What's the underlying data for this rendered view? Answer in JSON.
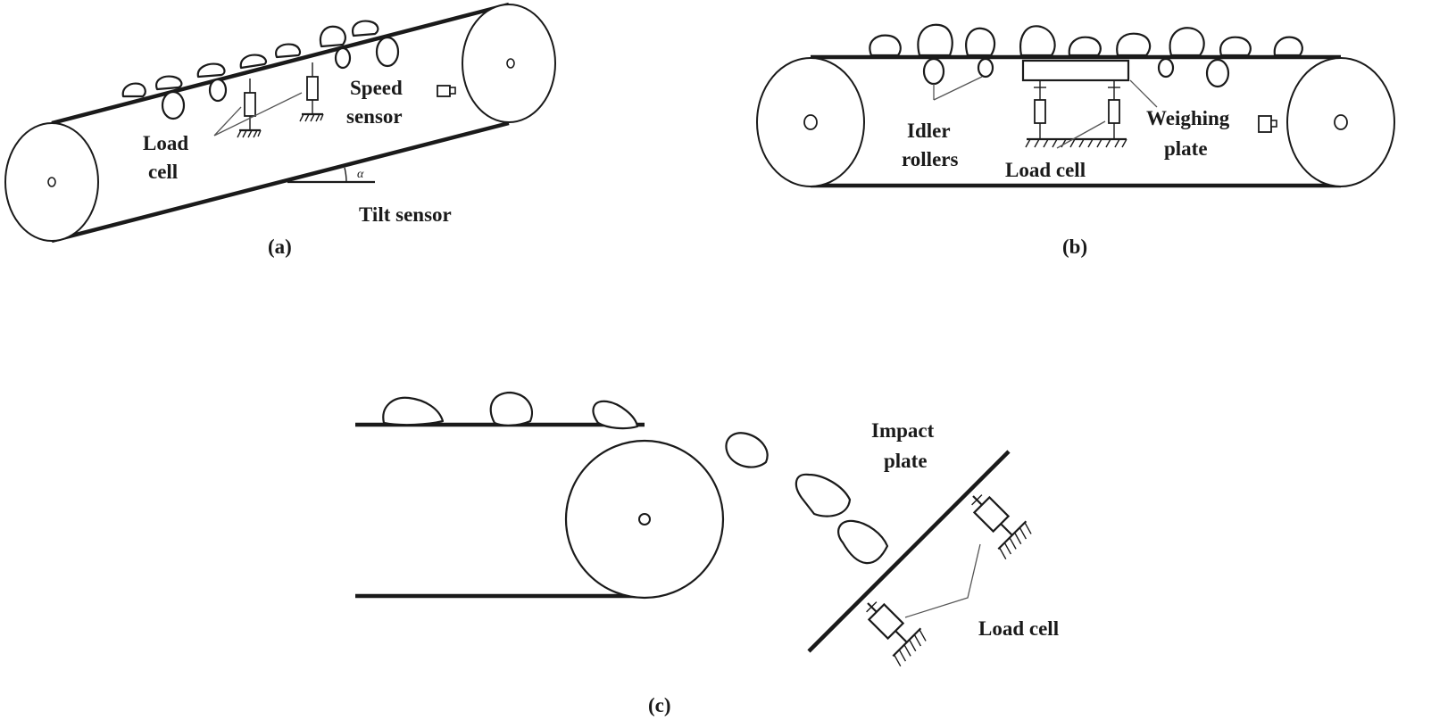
{
  "panels": {
    "a": {
      "caption": "(a)",
      "labels": {
        "load_cell_line1": "Load",
        "load_cell_line2": "cell",
        "speed_sensor_line1": "Speed",
        "speed_sensor_line2": "sensor",
        "tilt_sensor": "Tilt sensor",
        "angle_symbol": "α"
      }
    },
    "b": {
      "caption": "(b)",
      "labels": {
        "idler_line1": "Idler",
        "idler_line2": "rollers",
        "load_cell": "Load cell",
        "weighing_line1": "Weighing",
        "weighing_line2": "plate"
      }
    },
    "c": {
      "caption": "(c)",
      "labels": {
        "impact_line1": "Impact",
        "impact_line2": "plate",
        "load_cell": "Load cell"
      }
    }
  },
  "colors": {
    "stroke": "#1a1a1a",
    "background": "#ffffff"
  }
}
